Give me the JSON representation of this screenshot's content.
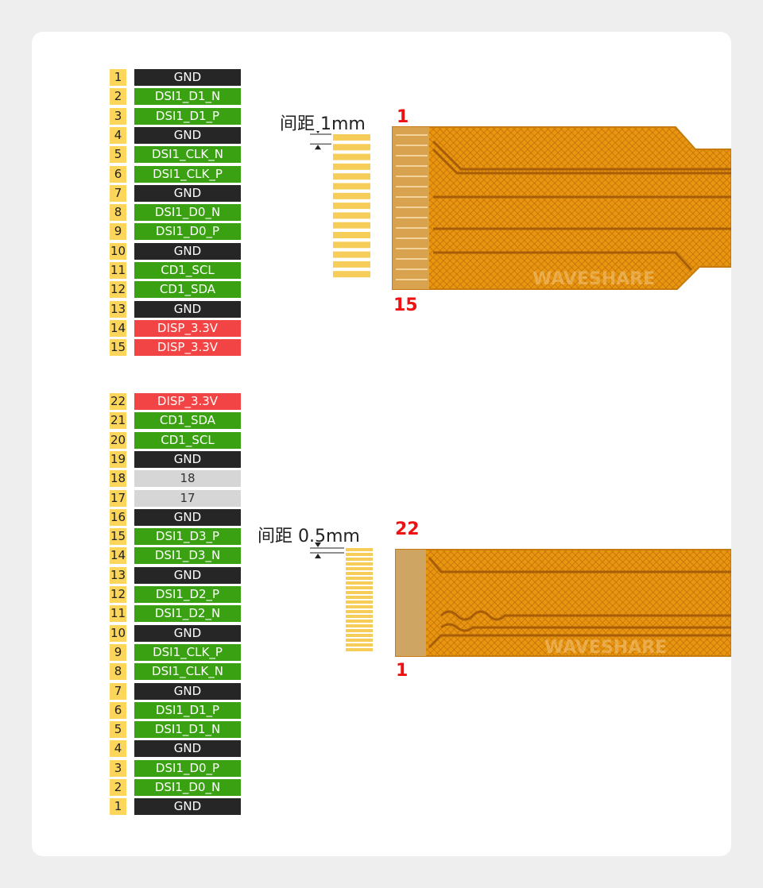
{
  "colors": {
    "gnd": "#262626",
    "signal": "#3aa212",
    "power": "#f24444",
    "unused": "#d6d6d6",
    "pin_number_bg": "#fcd55b",
    "pin_mark": "#e11111",
    "cable": "#ea9a10",
    "contact": "#f7cd5a"
  },
  "connector_15pin": {
    "pitch_label": "间距 1mm",
    "end_first": "1",
    "end_last": "15",
    "watermark": "WAVESHARE",
    "pins": [
      {
        "num": "1",
        "label": "GND",
        "kind": "gnd"
      },
      {
        "num": "2",
        "label": "DSI1_D1_N",
        "kind": "signal"
      },
      {
        "num": "3",
        "label": "DSI1_D1_P",
        "kind": "signal"
      },
      {
        "num": "4",
        "label": "GND",
        "kind": "gnd"
      },
      {
        "num": "5",
        "label": "DSI1_CLK_N",
        "kind": "signal"
      },
      {
        "num": "6",
        "label": "DSI1_CLK_P",
        "kind": "signal"
      },
      {
        "num": "7",
        "label": "GND",
        "kind": "gnd"
      },
      {
        "num": "8",
        "label": "DSI1_D0_N",
        "kind": "signal"
      },
      {
        "num": "9",
        "label": "DSI1_D0_P",
        "kind": "signal"
      },
      {
        "num": "10",
        "label": "GND",
        "kind": "gnd"
      },
      {
        "num": "11",
        "label": "CD1_SCL",
        "kind": "signal"
      },
      {
        "num": "12",
        "label": "CD1_SDA",
        "kind": "signal"
      },
      {
        "num": "13",
        "label": "GND",
        "kind": "gnd"
      },
      {
        "num": "14",
        "label": "DISP_3.3V",
        "kind": "power"
      },
      {
        "num": "15",
        "label": "DISP_3.3V",
        "kind": "power"
      }
    ]
  },
  "connector_22pin": {
    "pitch_label": "间距 0.5mm",
    "end_first": "22",
    "end_last": "1",
    "watermark": "WAVESHARE",
    "pins": [
      {
        "num": "22",
        "label": "DISP_3.3V",
        "kind": "power"
      },
      {
        "num": "21",
        "label": "CD1_SDA",
        "kind": "signal"
      },
      {
        "num": "20",
        "label": "CD1_SCL",
        "kind": "signal"
      },
      {
        "num": "19",
        "label": "GND",
        "kind": "gnd"
      },
      {
        "num": "18",
        "label": "18",
        "kind": "unused"
      },
      {
        "num": "17",
        "label": "17",
        "kind": "unused"
      },
      {
        "num": "16",
        "label": "GND",
        "kind": "gnd"
      },
      {
        "num": "15",
        "label": "DSI1_D3_P",
        "kind": "signal"
      },
      {
        "num": "14",
        "label": "DSI1_D3_N",
        "kind": "signal"
      },
      {
        "num": "13",
        "label": "GND",
        "kind": "gnd"
      },
      {
        "num": "12",
        "label": "DSI1_D2_P",
        "kind": "signal"
      },
      {
        "num": "11",
        "label": "DSI1_D2_N",
        "kind": "signal"
      },
      {
        "num": "10",
        "label": "GND",
        "kind": "gnd"
      },
      {
        "num": "9",
        "label": "DSI1_CLK_P",
        "kind": "signal"
      },
      {
        "num": "8",
        "label": "DSI1_CLK_N",
        "kind": "signal"
      },
      {
        "num": "7",
        "label": "GND",
        "kind": "gnd"
      },
      {
        "num": "6",
        "label": "DSI1_D1_P",
        "kind": "signal"
      },
      {
        "num": "5",
        "label": "DSI1_D1_N",
        "kind": "signal"
      },
      {
        "num": "4",
        "label": "GND",
        "kind": "gnd"
      },
      {
        "num": "3",
        "label": "DSI1_D0_P",
        "kind": "signal"
      },
      {
        "num": "2",
        "label": "DSI1_D0_N",
        "kind": "signal"
      },
      {
        "num": "1",
        "label": "GND",
        "kind": "gnd"
      }
    ]
  }
}
